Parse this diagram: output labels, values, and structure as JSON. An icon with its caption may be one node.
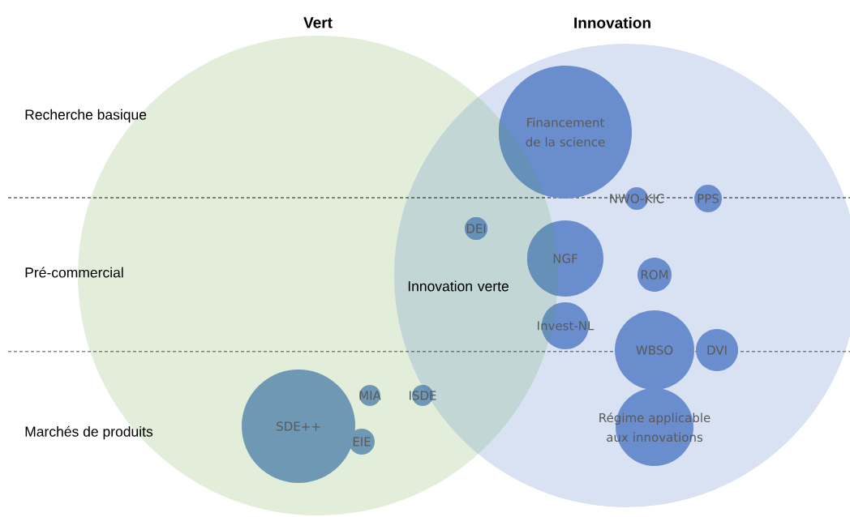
{
  "diagram": {
    "nodes": [
      {
        "text": [
          "Vert"
        ]
      },
      {
        "text": [
          "Innovation"
        ]
      },
      {
        "text": [
          "Financement de la science"
        ],
        "in": 1
      },
      {
        "text": [
          "NWO-KIC"
        ],
        "in": 1
      },
      {
        "text": [
          "PPS"
        ],
        "in": 1
      },
      {
        "text": [
          "DEI"
        ]
      },
      {
        "text": [
          "NGF"
        ],
        "in": 1
      },
      {
        "text": [
          "ROM"
        ],
        "in": 1
      },
      {
        "text": [
          "Invest-NL"
        ],
        "in": 1
      },
      {
        "text": [
          "WBSO"
        ],
        "in": 1
      },
      {
        "text": [
          "DVI"
        ],
        "in": 1
      },
      {
        "text": [
          "SDE++"
        ],
        "in": 0
      },
      {
        "text": [
          "MIA"
        ],
        "in": 0
      },
      {
        "text": [
          "ISDE"
        ]
      },
      {
        "text": [
          "EIE"
        ],
        "in": 0
      },
      {
        "text": [
          "Régime applicable aux innovations"
        ],
        "in": 1
      }
    ],
    "labels": [
      "Recherche basique",
      "Pré-commercial",
      "Innovation verte",
      "Marchés de produits"
    ]
  }
}
